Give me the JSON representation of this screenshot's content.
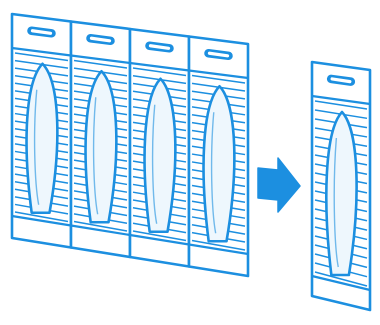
{
  "diagram": {
    "type": "illustration",
    "strip_count": 4,
    "single_card_count": 1,
    "icons": {
      "strip_card": "hang-card-icon",
      "hang_hole": "hang-hole-icon",
      "product": "product-silhouette-icon",
      "arrow": "arrow-right-icon",
      "single_card": "single-hang-card-icon"
    },
    "colors": {
      "stroke": "#1c8fe0",
      "fill": "#ffffff",
      "product_fill": "#eef7fd",
      "arrow": "#1c8fe0"
    }
  }
}
